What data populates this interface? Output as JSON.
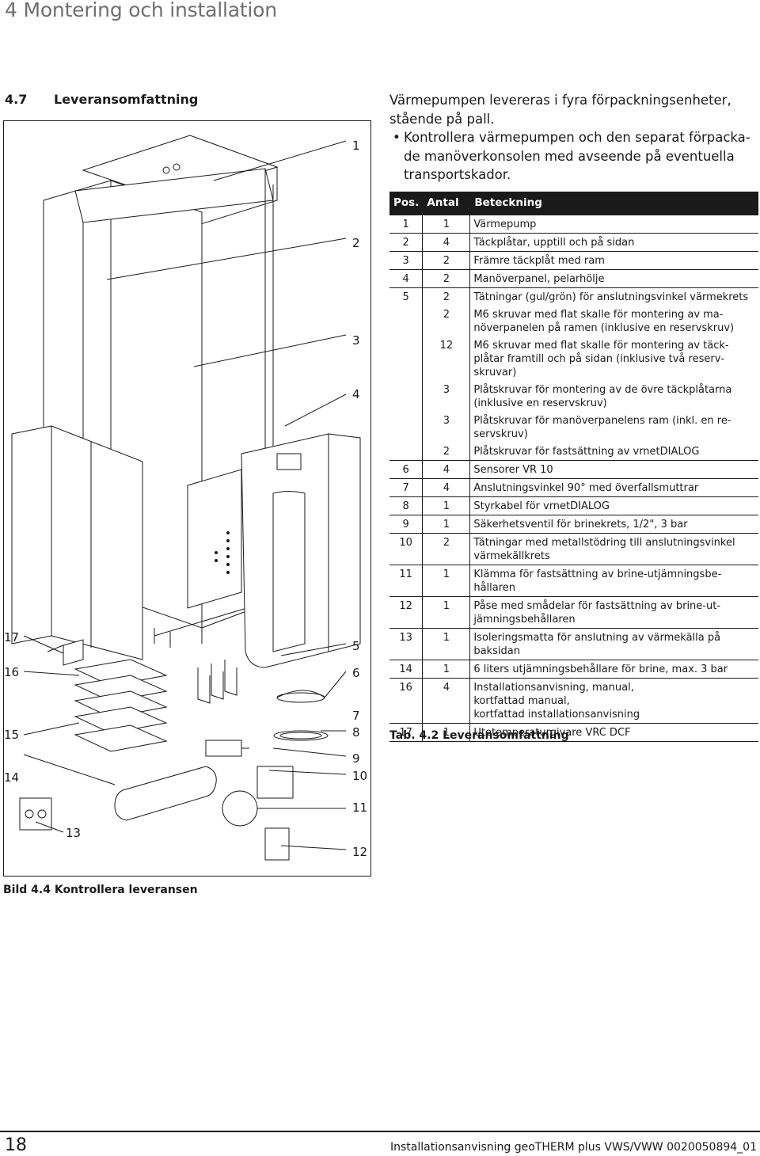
{
  "chapter_title": "4 Montering och installation",
  "section": {
    "number": "4.7",
    "title": "Leveransomfattning"
  },
  "intro": {
    "paragraph": "Värmepumpen levereras i fyra förpackningsenheter, stående på pall.",
    "bullet": "Kontrollera värmepumpen och den separat förpacka­de manöverkonsolen med avseende på eventuella transportskador.",
    "bullet_marker": "•"
  },
  "figure": {
    "caption": "Bild 4.4 Kontrollera leveransen",
    "callouts": [
      "1",
      "2",
      "3",
      "4",
      "5",
      "6",
      "7",
      "8",
      "9",
      "10",
      "11",
      "12",
      "13",
      "14",
      "15",
      "16",
      "17"
    ]
  },
  "table": {
    "headers": {
      "pos": "Pos.",
      "qty": "Antal",
      "desc": "Beteckning"
    },
    "rows": [
      {
        "pos": "1",
        "qty": "1",
        "desc": "Värmepump"
      },
      {
        "pos": "2",
        "qty": "4",
        "desc": "Täckplåtar, upptill och på sidan"
      },
      {
        "pos": "3",
        "qty": "2",
        "desc": "Främre täckplåt med ram"
      },
      {
        "pos": "4",
        "qty": "2",
        "desc": "Manöverpanel, pelarhölje"
      },
      {
        "pos": "5",
        "qty": "2",
        "desc": "Tätningar (gul/grön) för anslutningsvinkel värme­krets"
      },
      {
        "pos": "",
        "qty": "2",
        "desc": "M6 skruvar med flat skalle för montering av ma­növerpanelen på ramen (inklusive en reservskruv)"
      },
      {
        "pos": "",
        "qty": "12",
        "desc": "M6 skruvar med flat skalle för montering av täck­plåtar framtill och på sidan (inklusive två reserv­skruvar)"
      },
      {
        "pos": "",
        "qty": "3",
        "desc": "Plåtskruvar för montering av de övre täckplåtarna (inklusive en reservskruv)"
      },
      {
        "pos": "",
        "qty": "3",
        "desc": "Plåtskruvar för manöverpanelens ram (inkl. en re­servskruv)"
      },
      {
        "pos": "",
        "qty": "2",
        "desc": "Plåtskruvar för fastsättning av vrnetDIALOG"
      },
      {
        "pos": "6",
        "qty": "4",
        "desc": "Sensorer VR 10"
      },
      {
        "pos": "7",
        "qty": "4",
        "desc": "Anslutningsvinkel 90° med överfallsmuttrar"
      },
      {
        "pos": "8",
        "qty": "1",
        "desc": "Styrkabel för vrnetDIALOG"
      },
      {
        "pos": "9",
        "qty": "1",
        "desc": "Säkerhetsventil för brinekrets, 1/2\", 3 bar"
      },
      {
        "pos": "10",
        "qty": "2",
        "desc": "Tätningar med metallstödring till anslutningsvin­kel värmekällkrets"
      },
      {
        "pos": "11",
        "qty": "1",
        "desc": "Klämma för fastsättning av brine-utjämningsbe­hållaren"
      },
      {
        "pos": "12",
        "qty": "1",
        "desc": "Påse med smådelar för fastsättning av brine-ut­jämningsbehållaren"
      },
      {
        "pos": "13",
        "qty": "1",
        "desc": "Isoleringsmatta för anslutning av värmekälla på baksidan"
      },
      {
        "pos": "14",
        "qty": "1",
        "desc": "6 liters utjämningsbehållare för brine, max. 3 bar"
      },
      {
        "pos": "16",
        "qty": "4",
        "desc": "Installationsanvisning, manual,\nkortfattad manual,\nkortfattad installationsanvisning"
      },
      {
        "pos": "17",
        "qty": "1",
        "desc": "Utetemperaturgivare VRC DCF"
      }
    ],
    "caption": "Tab. 4.2 Leveransomfattning"
  },
  "footer": {
    "page_number": "18",
    "text": "Installationsanvisning geoTHERM plus VWS/VWW 0020050894_01"
  }
}
